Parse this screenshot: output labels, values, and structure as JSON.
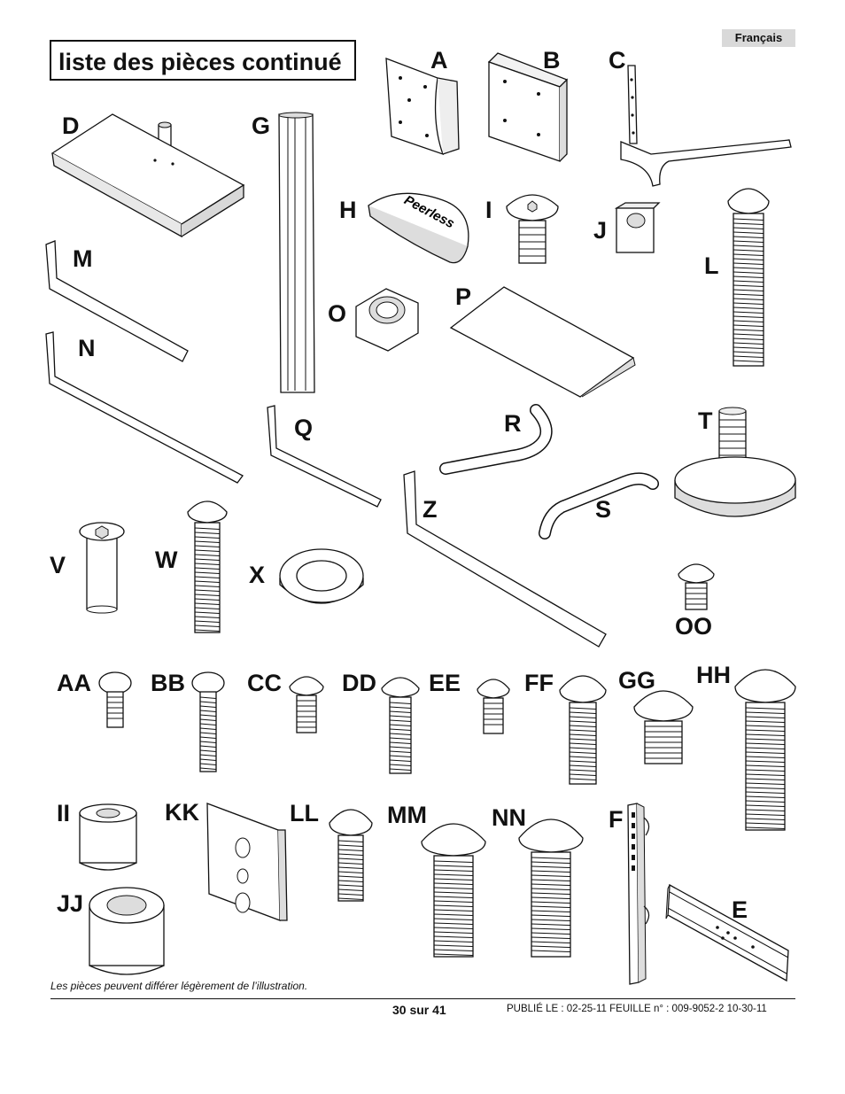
{
  "header": {
    "language": "Français",
    "title": "liste des pièces continué"
  },
  "parts": [
    {
      "label": "A"
    },
    {
      "label": "B"
    },
    {
      "label": "C"
    },
    {
      "label": "D"
    },
    {
      "label": "G"
    },
    {
      "label": "H",
      "text": "Peerless"
    },
    {
      "label": "I"
    },
    {
      "label": "J"
    },
    {
      "label": "L"
    },
    {
      "label": "M"
    },
    {
      "label": "N"
    },
    {
      "label": "O"
    },
    {
      "label": "P"
    },
    {
      "label": "Q"
    },
    {
      "label": "R"
    },
    {
      "label": "S"
    },
    {
      "label": "T"
    },
    {
      "label": "V"
    },
    {
      "label": "W"
    },
    {
      "label": "X"
    },
    {
      "label": "Z"
    },
    {
      "label": "OO"
    },
    {
      "label": "AA"
    },
    {
      "label": "BB"
    },
    {
      "label": "CC"
    },
    {
      "label": "DD"
    },
    {
      "label": "EE"
    },
    {
      "label": "FF"
    },
    {
      "label": "GG"
    },
    {
      "label": "HH"
    },
    {
      "label": "II"
    },
    {
      "label": "KK"
    },
    {
      "label": "LL"
    },
    {
      "label": "MM"
    },
    {
      "label": "NN"
    },
    {
      "label": "F"
    },
    {
      "label": "JJ"
    },
    {
      "label": "E"
    }
  ],
  "footer": {
    "note": "Les pièces peuvent différer légèrement de l’illustration.",
    "page": "30 sur 41",
    "published": "PUBLIÉ LE : 02-25-11  FEUILLE n° : 009-9052-2  10-30-11"
  }
}
